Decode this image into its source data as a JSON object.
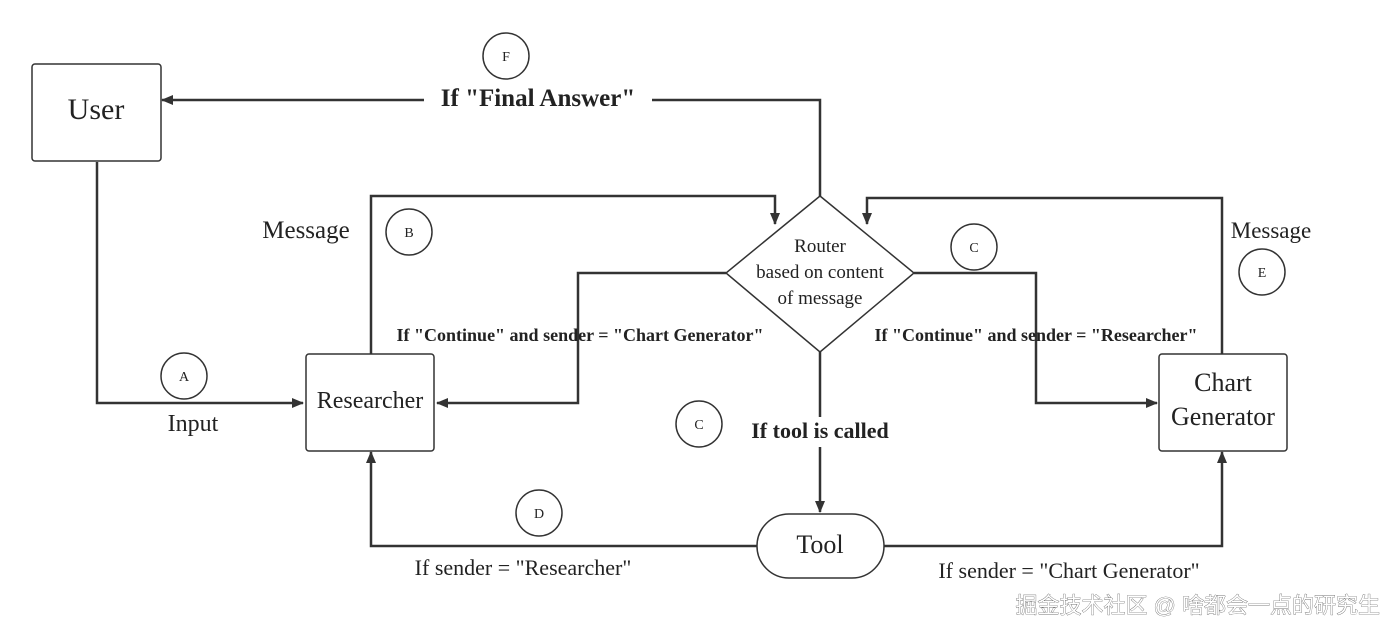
{
  "nodes": {
    "user": "User",
    "researcher": "Researcher",
    "chart_generator": [
      "Chart",
      "Generator"
    ],
    "router": [
      "Router",
      "based on content",
      "of message"
    ],
    "tool": "Tool"
  },
  "markers": {
    "a": "A",
    "b": "B",
    "c_top": "C",
    "c_mid": "C",
    "d": "D",
    "e": "E",
    "f": "F"
  },
  "labels": {
    "final_answer": "If \"Final Answer\"",
    "message_left": "Message",
    "message_right": "Message",
    "input": "Input",
    "continue_chart_generator": "If \"Continue\" and sender = \"Chart Generator\"",
    "continue_researcher": "If \"Continue\" and sender = \"Researcher\"",
    "tool_called": "If tool is called",
    "sender_researcher": "If sender = \"Researcher\"",
    "sender_chart_generator": "If sender = \"Chart Generator\""
  },
  "watermark": "掘金技术社区 @ 啥都会一点的研究生",
  "colors": {
    "line": "#333333",
    "text": "#222222",
    "watermark": "#ffffff"
  }
}
